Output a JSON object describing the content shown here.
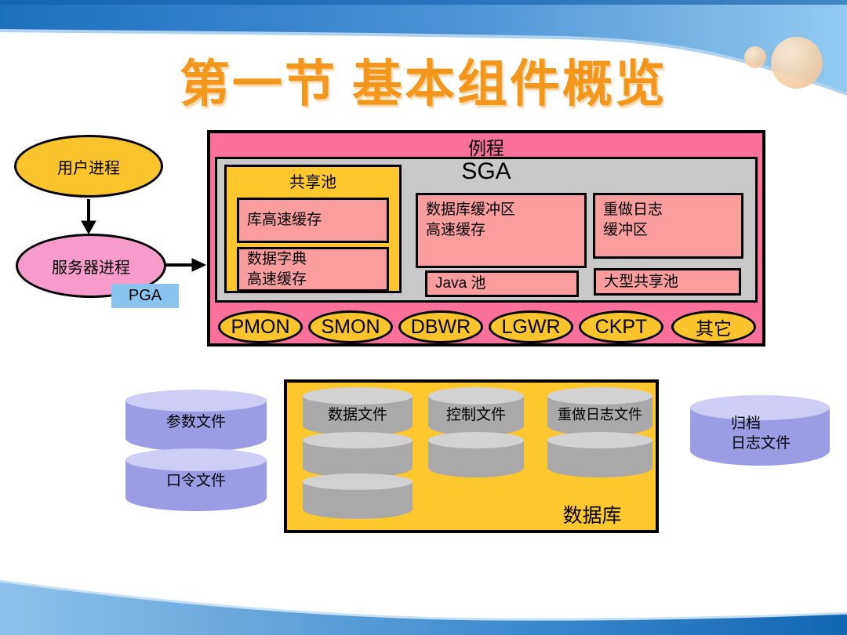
{
  "title": "第一节  基本组件概览",
  "flow": {
    "user_process": "用户进程",
    "server_process": "服务器进程",
    "pga": "PGA"
  },
  "instance": {
    "label": "例程",
    "sga": {
      "label": "SGA",
      "shared_pool": {
        "label": "共享池",
        "library_cache": "库高速缓存",
        "dict_cache": "数据字典\n高速缓存"
      },
      "buffer_cache": "数据库缓冲区\n高速缓存",
      "redo_buffer": "重做日志\n缓冲区",
      "java_pool": "Java 池",
      "large_pool": "大型共享池"
    },
    "processes": [
      "PMON",
      "SMON",
      "DBWR",
      "LGWR",
      "CKPT",
      "其它"
    ]
  },
  "storage": {
    "parameter_file": "参数文件",
    "password_file": "口令文件",
    "database": {
      "label": "数据库",
      "data_files": "数据文件",
      "control_files": "控制文件",
      "redo_log_files": "重做日志文件"
    },
    "archive_log": "归档\n日志文件"
  },
  "colors": {
    "title_orange": "#F2961C",
    "instance_pink": "#FA719C",
    "inner_salmon": "#FA9D9D",
    "gold": "#FFC72E",
    "sga_gray": "#C9C9C9",
    "server_pink": "#F79BCB",
    "pga_blue": "#8AC4EE",
    "purple_cylinder": "#9C9CE5",
    "gray_cylinder": "#A9A9A9",
    "band_blue_dark": "#1C6FBE",
    "band_blue_light": "#94CAF0"
  }
}
